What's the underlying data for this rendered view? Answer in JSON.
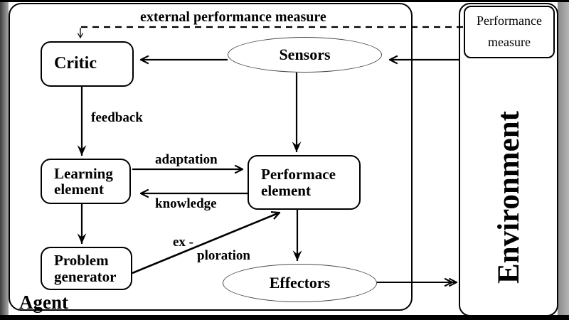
{
  "diagram": {
    "agent_label": "Agent",
    "environment_label": "Environment",
    "nodes": {
      "critic": {
        "label": "Critic"
      },
      "sensors": {
        "label": "Sensors"
      },
      "effectors": {
        "label": "Effectors"
      },
      "learning_element": {
        "line1": "Learning",
        "line2": "element"
      },
      "performance_element": {
        "line1": "Performace",
        "line2": "element"
      },
      "problem_generator": {
        "line1": "Problem",
        "line2": "generator"
      },
      "performance_measure": {
        "line1": "Performance",
        "line2": "measure"
      }
    },
    "edge_labels": {
      "external_performance_measure": "external performance measure",
      "feedback": "feedback",
      "adaptation": "adaptation",
      "knowledge": "knowledge",
      "exploration_line1": "ex -",
      "exploration_line2": "ploration"
    },
    "colors": {
      "ink": "#000000",
      "paper": "#ffffff",
      "ellipse_stroke": "#4a4a4a",
      "band_dark": "#3f3f3f",
      "band_light": "#b5b5b5"
    }
  }
}
